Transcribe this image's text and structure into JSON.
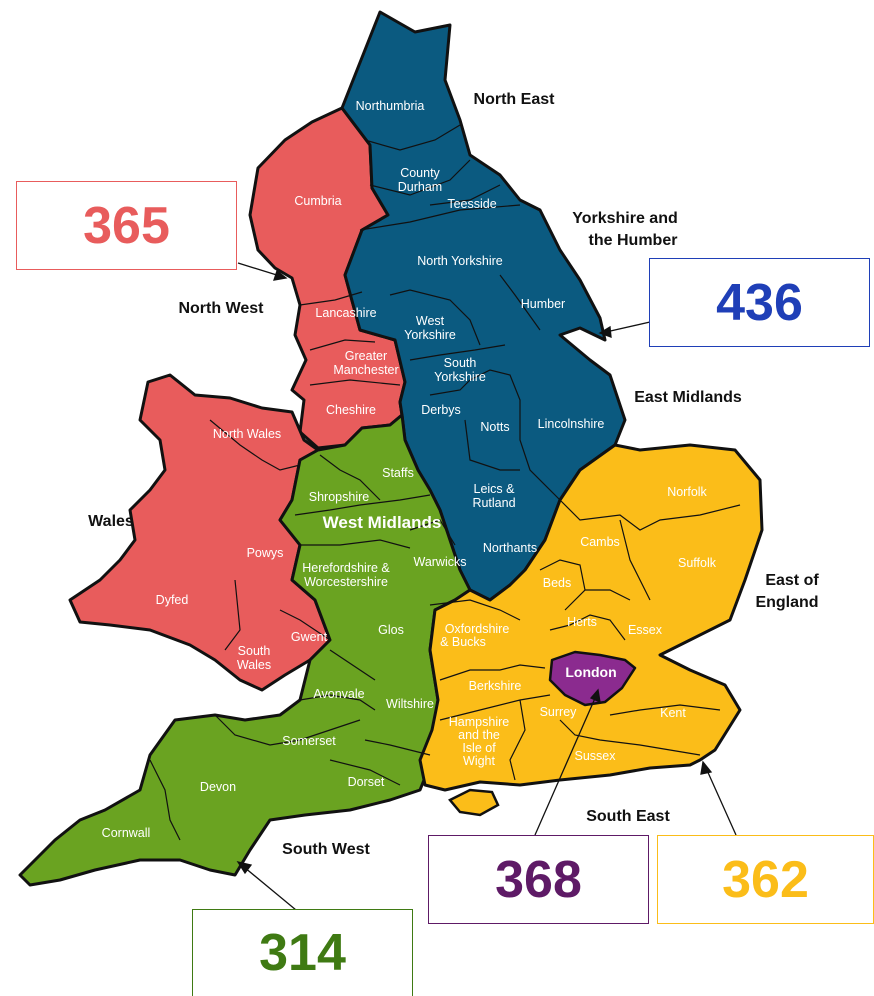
{
  "colors": {
    "north_west": "#e85c5c",
    "north_east_yorks_midlands": "#0b5a80",
    "west_midlands_south_west": "#6aa321",
    "east_south_east": "#fbbd19",
    "london": "#8b2b8f",
    "outline": "#111111"
  },
  "regions": {
    "north_east": "North East",
    "yorkshire_line1": "Yorkshire and",
    "yorkshire_line2": "the Humber",
    "north_west": "North West",
    "east_midlands": "East Midlands",
    "wales": "Wales",
    "west_midlands": "West Midlands",
    "east_of_england_line1": "East of",
    "east_of_england_line2": "England",
    "south_east": "South East",
    "south_west": "South West",
    "london": "London"
  },
  "counties": {
    "northumbria": "Northumbria",
    "county_durham_1": "County",
    "county_durham_2": "Durham",
    "teesside": "Teesside",
    "cumbria": "Cumbria",
    "north_yorkshire": "North Yorkshire",
    "lancashire": "Lancashire",
    "west_yorkshire_1": "West",
    "west_yorkshire_2": "Yorkshire",
    "humber": "Humber",
    "greater_manchester_1": "Greater",
    "greater_manchester_2": "Manchester",
    "south_yorkshire_1": "South",
    "south_yorkshire_2": "Yorkshire",
    "cheshire": "Cheshire",
    "derbys": "Derbys",
    "notts": "Notts",
    "lincolnshire": "Lincolnshire",
    "north_wales": "North Wales",
    "staffs": "Staffs",
    "shropshire": "Shropshire",
    "leics_1": "Leics &",
    "leics_2": "Rutland",
    "norfolk": "Norfolk",
    "powys": "Powys",
    "herefordshire_1": "Herefordshire &",
    "herefordshire_2": "Worcestershire",
    "warwicks": "Warwicks",
    "northants": "Northants",
    "cambs": "Cambs",
    "suffolk": "Suffolk",
    "beds": "Beds",
    "dyfed": "Dyfed",
    "herts": "Herts",
    "gwent": "Gwent",
    "glos": "Glos",
    "oxfordshire_1": "Oxfordshire",
    "oxfordshire_2": "& Bucks",
    "essex": "Essex",
    "south_wales_1": "South",
    "south_wales_2": "Wales",
    "berkshire": "Berkshire",
    "avonvale": "Avonvale",
    "wiltshire": "Wiltshire",
    "surrey": "Surrey",
    "kent": "Kent",
    "hampshire_1": "Hampshire",
    "hampshire_2": "and the",
    "hampshire_3": "Isle of",
    "hampshire_4": "Wight",
    "somerset": "Somerset",
    "sussex": "Sussex",
    "devon": "Devon",
    "dorset": "Dorset",
    "cornwall": "Cornwall"
  },
  "callouts": [
    {
      "value": "365",
      "color": "#e85c5c",
      "region": "North West"
    },
    {
      "value": "436",
      "color": "#1f3fb7",
      "region": "Yorkshire and the Humber"
    },
    {
      "value": "368",
      "color": "#5e1a66",
      "region": "London"
    },
    {
      "value": "362",
      "color": "#fbbd19",
      "region": "South East"
    },
    {
      "value": "314",
      "color": "#3f7a13",
      "region": "South West"
    }
  ]
}
